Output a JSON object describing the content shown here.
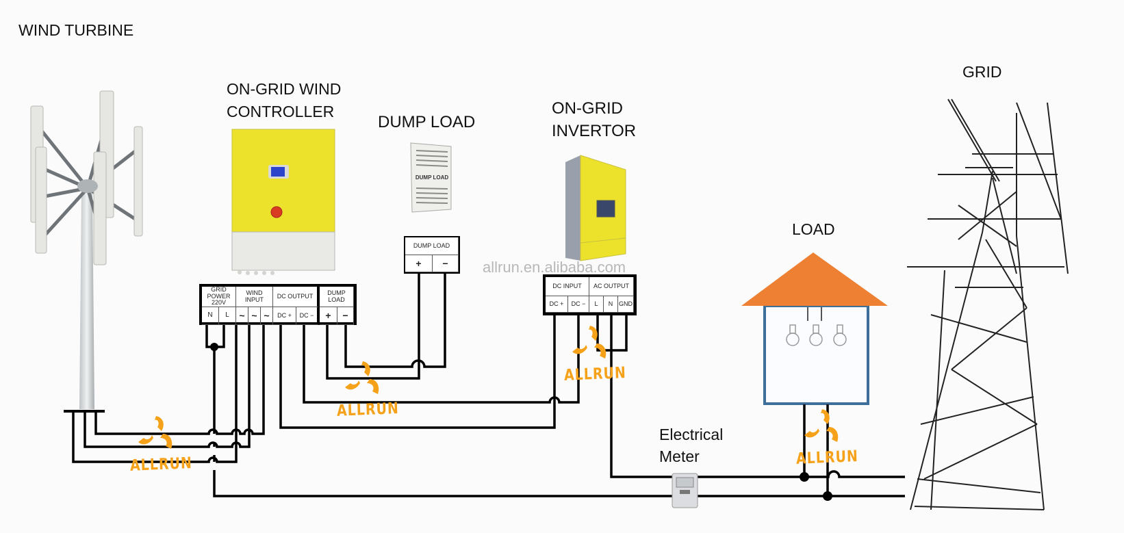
{
  "title": "On-grid wind turbine system wiring diagram",
  "components": {
    "wind_turbine": {
      "label": "WIND TURBINE"
    },
    "controller": {
      "label_line1": "ON-GRID WIND",
      "label_line2": "CONTROLLER",
      "terminals": {
        "groups": [
          "GRID POWER 220V",
          "WIND INPUT",
          "DC OUTPUT",
          "DUMP LOAD"
        ],
        "pins": [
          "N",
          "L",
          "~",
          "~",
          "~",
          "DC +",
          "DC −",
          "+",
          "−"
        ]
      }
    },
    "dump_load": {
      "label": "DUMP LOAD",
      "device_text": "DUMP LOAD",
      "terminals": {
        "header": "DUMP  LOAD",
        "pins": [
          "+",
          "−"
        ]
      }
    },
    "inverter": {
      "label_line1": "ON-GRID",
      "label_line2": "INVERTOR",
      "terminals": {
        "groups": [
          "DC INPUT",
          "AC OUTPUT"
        ],
        "pins": [
          "DC +",
          "DC −",
          "L",
          "N",
          "GND"
        ]
      }
    },
    "load": {
      "label": "LOAD"
    },
    "meter": {
      "label_line1": "Electrical",
      "label_line2": "Meter"
    },
    "grid": {
      "label": "GRID"
    }
  },
  "watermark": "allrun.en.alibaba.com",
  "brand_logo_text": "ALLRUN",
  "colors": {
    "brand_orange": "#f5a21a",
    "roof_orange": "#ee8033",
    "house_outline": "#3d6f9a",
    "device_yellow": "#ece22c",
    "wire": "#000000"
  }
}
